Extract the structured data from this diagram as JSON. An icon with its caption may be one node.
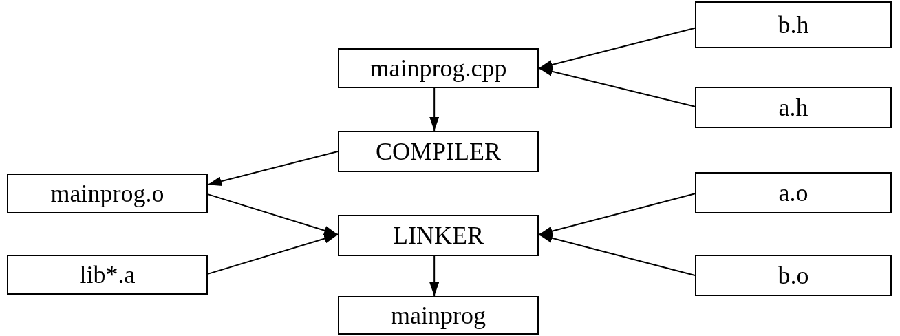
{
  "diagram": {
    "nodes": [
      {
        "text": [
          "b.h"
        ]
      },
      {
        "text": [
          "mainprog.cpp"
        ]
      },
      {
        "text": [
          "a.h"
        ]
      },
      {
        "text": [
          "COMPILER"
        ]
      },
      {
        "text": [
          "mainprog.o"
        ]
      },
      {
        "text": [
          "a.o"
        ]
      },
      {
        "text": [
          "LINKER"
        ]
      },
      {
        "text": [
          "lib*.a"
        ]
      },
      {
        "text": [
          "b.o"
        ]
      },
      {
        "text": [
          "mainprog"
        ]
      }
    ],
    "edges": [
      {
        "from": 0,
        "to": 1,
        "arrow": "to"
      },
      {
        "from": 2,
        "to": 1,
        "arrow": "to"
      },
      {
        "from": 1,
        "to": 3,
        "arrow": "to"
      },
      {
        "from": 3,
        "to": 4,
        "arrow": "to"
      },
      {
        "from": 4,
        "to": 6,
        "arrow": "to"
      },
      {
        "from": 7,
        "to": 6,
        "arrow": "to"
      },
      {
        "from": 5,
        "to": 6,
        "arrow": "to"
      },
      {
        "from": 8,
        "to": 6,
        "arrow": "to"
      },
      {
        "from": 6,
        "to": 9,
        "arrow": "to"
      }
    ]
  }
}
